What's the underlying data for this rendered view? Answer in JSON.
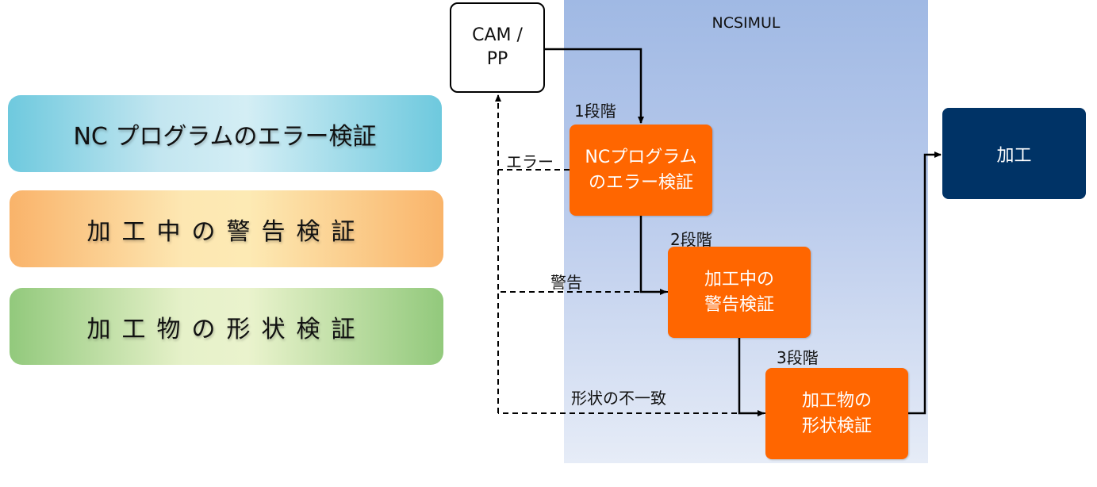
{
  "legend": {
    "item1": "NC プログラムのエラー検証",
    "item2": "加工中の警告検証",
    "item3": "加工物の形状検証"
  },
  "ncsimul": {
    "title": "NCSIMUL"
  },
  "cam": {
    "label": "CAM /\nPP"
  },
  "stages": [
    {
      "label": "1段階",
      "box": "NCプログラム\nのエラー検証"
    },
    {
      "label": "2段階",
      "box": "加工中の\n警告検証"
    },
    {
      "label": "3段階",
      "box": "加工物の\n形状検証"
    }
  ],
  "feedback": {
    "error": "エラー",
    "warning": "警告",
    "mismatch": "形状の不一致"
  },
  "output": {
    "label": "加工"
  },
  "colors": {
    "stage": "#ff6600",
    "output": "#003366",
    "panel_top": "#a0b9e4",
    "panel_bottom": "#e6ecf7"
  }
}
